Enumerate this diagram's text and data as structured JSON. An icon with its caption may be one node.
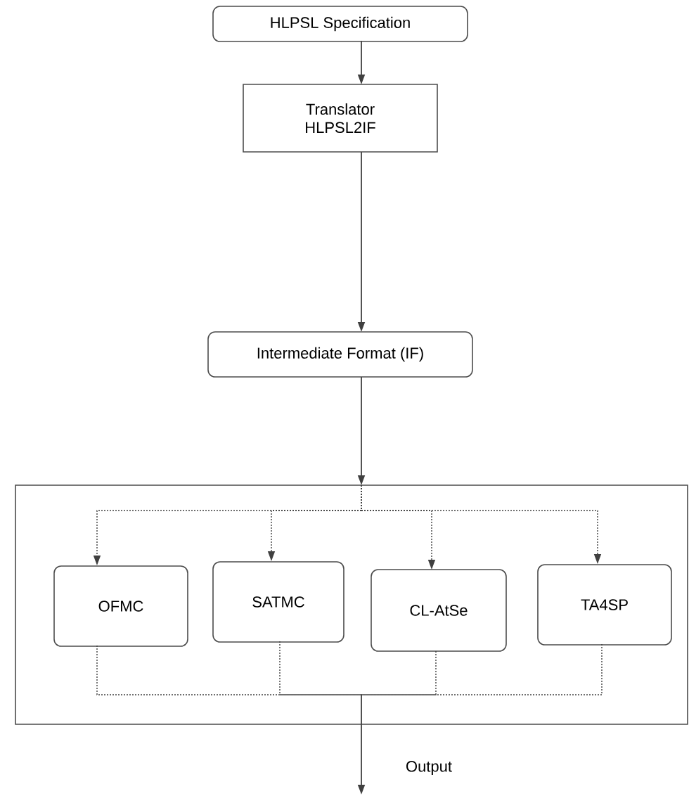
{
  "diagram": {
    "nodes": [
      {
        "text": [
          "HLPSL Specification"
        ]
      },
      {
        "text": [
          "Translator HLPSL2IF"
        ]
      },
      {
        "text": [
          "Intermediate Format (IF)"
        ]
      },
      {
        "text": [],
        "shape": "box"
      },
      {
        "text": [
          "OFMC"
        ],
        "in": 3
      },
      {
        "text": [
          "SATMC"
        ],
        "in": 3
      },
      {
        "text": [
          "CL-AtSe"
        ],
        "in": 3
      },
      {
        "text": [
          "TA4SP"
        ],
        "in": 3
      }
    ],
    "edges": [
      {
        "from": 0,
        "to": 1,
        "arrow": "to"
      },
      {
        "from": 1,
        "to": 2,
        "arrow": "to"
      },
      {
        "from": 2,
        "to": 3,
        "arrow": "to"
      },
      {
        "from": 3,
        "to": 4,
        "arrow": "to",
        "style": "dashed"
      },
      {
        "from": 3,
        "to": 5,
        "arrow": "to",
        "style": "dashed"
      },
      {
        "from": 3,
        "to": 6,
        "arrow": "to",
        "style": "dashed"
      },
      {
        "from": 3,
        "to": 7,
        "arrow": "to",
        "style": "dashed"
      },
      {
        "from": 4,
        "to": 3,
        "arrow": "none",
        "style": "dashed"
      },
      {
        "from": 5,
        "to": 3,
        "arrow": "none",
        "style": "dashed"
      },
      {
        "from": 6,
        "to": 3,
        "arrow": "none",
        "style": "dashed"
      },
      {
        "from": 7,
        "to": 3,
        "arrow": "none",
        "style": "dashed"
      },
      {
        "from": 3,
        "to": null,
        "label": "Output",
        "arrow": "to"
      }
    ]
  }
}
